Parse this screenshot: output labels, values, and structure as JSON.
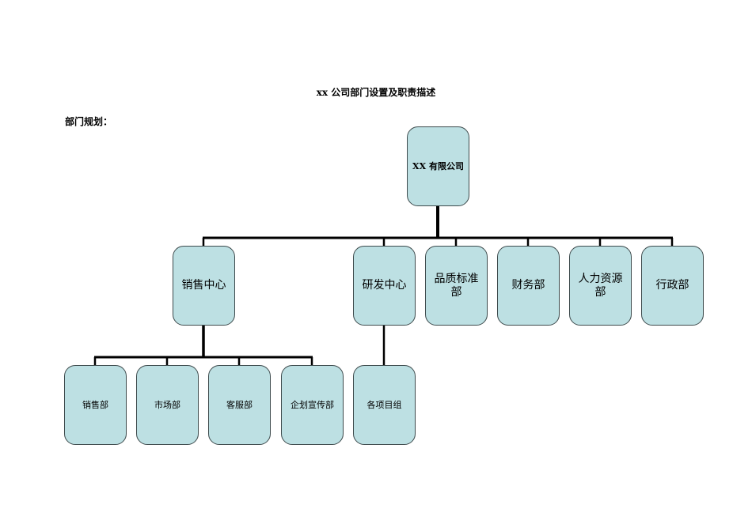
{
  "document": {
    "title": "xx 公司部门设置及职责描述",
    "section_label": "部门规划："
  },
  "org_chart": {
    "root": {
      "label": "XX 有限公司"
    },
    "level1": [
      {
        "id": "sales_center",
        "label": "销售中心"
      },
      {
        "id": "rd_center",
        "label": "研发中心"
      },
      {
        "id": "quality_dept",
        "label": "品质标准部"
      },
      {
        "id": "finance_dept",
        "label": "财务部"
      },
      {
        "id": "hr_dept",
        "label": "人力资源部"
      },
      {
        "id": "admin_dept",
        "label": "行政部"
      }
    ],
    "level2": [
      {
        "parent": "sales_center",
        "label": "销售部"
      },
      {
        "parent": "sales_center",
        "label": "市场部"
      },
      {
        "parent": "sales_center",
        "label": "客服部"
      },
      {
        "parent": "sales_center",
        "label": "企划宣传部"
      },
      {
        "parent": "rd_center",
        "label": "各项目组"
      }
    ]
  },
  "colors": {
    "node_fill": "#bde0e3",
    "node_border": "#3d4a4c",
    "connector": "#000000"
  }
}
